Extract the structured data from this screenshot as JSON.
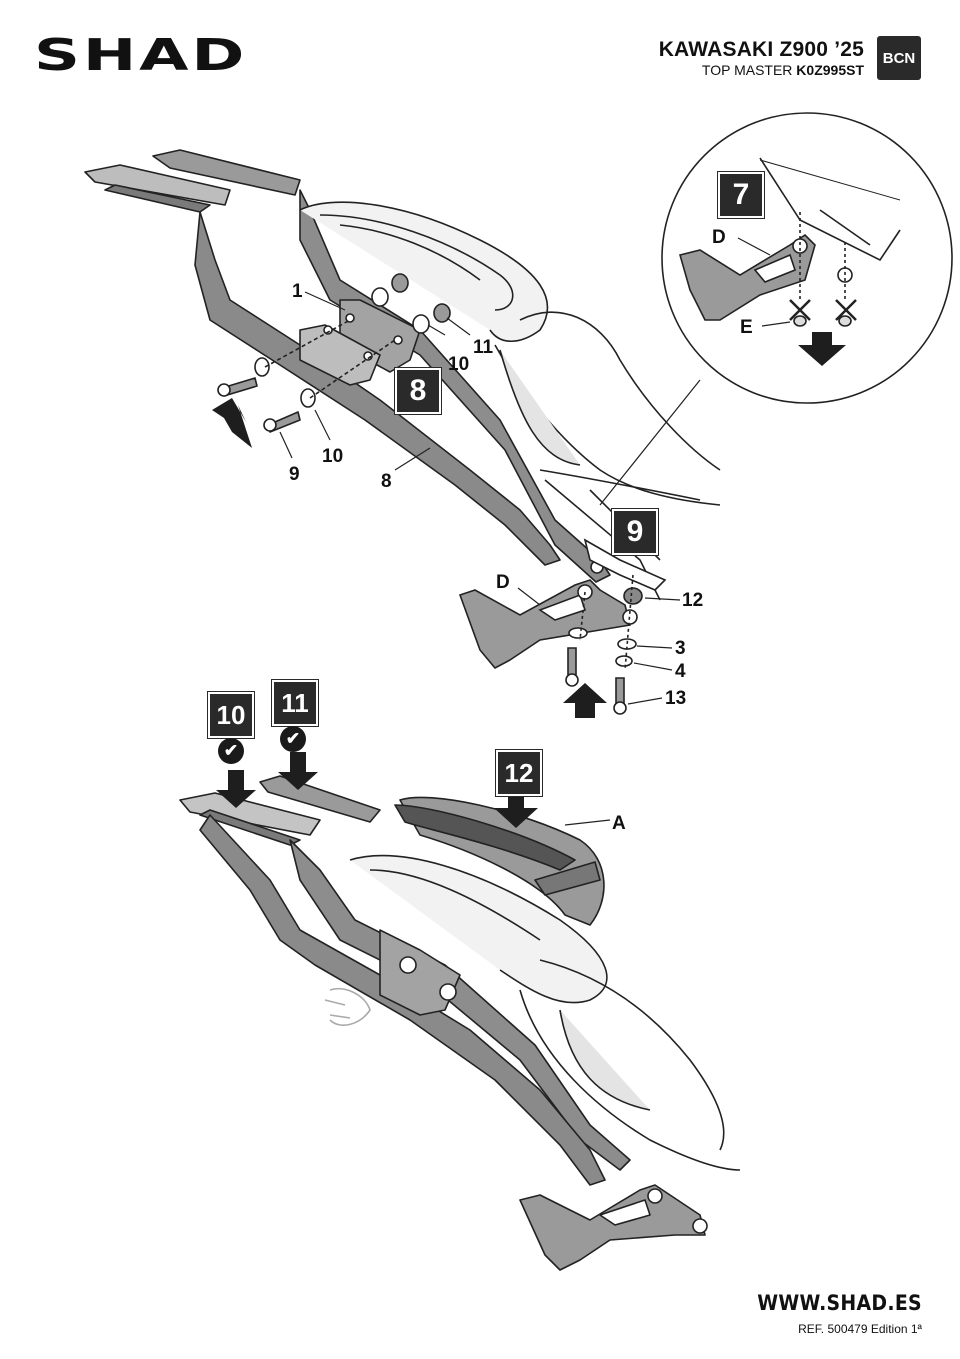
{
  "header": {
    "brand": "SHAD",
    "model": "KAWASAKI Z900 ’25",
    "product_prefix": "TOP MASTER ",
    "product_code": "K0Z995ST",
    "badge": "BCN"
  },
  "steps": {
    "s7": "7",
    "s8": "8",
    "s9": "9",
    "s10": "10",
    "s11": "11",
    "s12": "12"
  },
  "checks": {
    "check_icon": "check-circle-icon",
    "glyph": "✔"
  },
  "labels": {
    "p1": "1",
    "p8": "8",
    "p9": "9",
    "p10a": "10",
    "p10b": "10",
    "p11": "11",
    "p3": "3",
    "p4": "4",
    "p12": "12",
    "p13": "13",
    "d1": "D",
    "d2": "D",
    "e": "E",
    "a": "A"
  },
  "footer": {
    "url": "WWW.SHAD.ES",
    "ref": "REF. 500479 Edition 1ª"
  }
}
